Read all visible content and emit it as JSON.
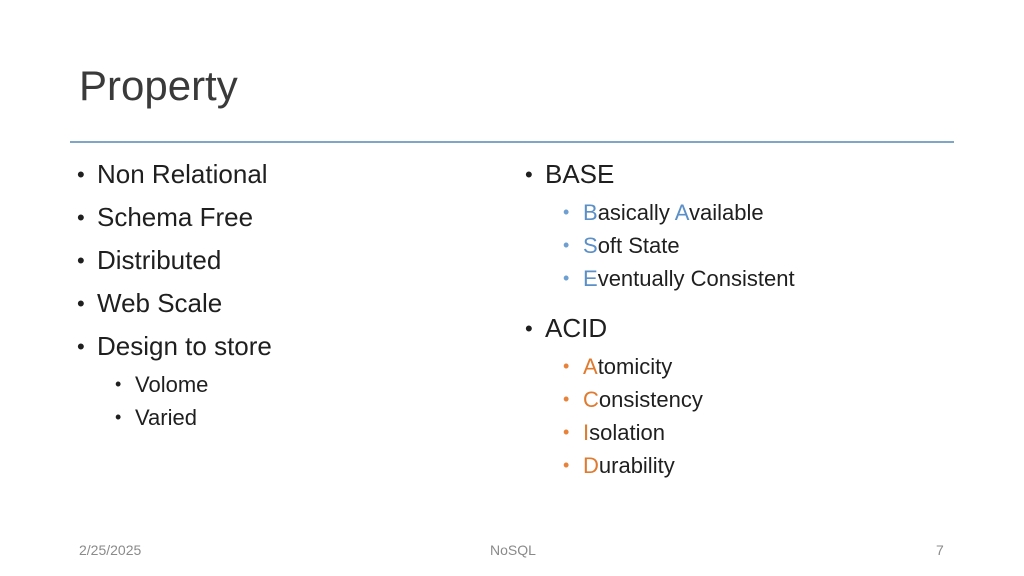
{
  "slide": {
    "title": "Property",
    "left_items": [
      {
        "text": "Non Relational"
      },
      {
        "text": "Schema Free"
      },
      {
        "text": "Distributed"
      },
      {
        "text": "Web Scale"
      },
      {
        "text": "Design to store",
        "sub": [
          "Volome",
          "Varied"
        ]
      }
    ],
    "base": {
      "heading": "BASE",
      "items": [
        {
          "parts": [
            [
              "B",
              "lead"
            ],
            [
              "asically ",
              ""
            ],
            [
              "A",
              "lead"
            ],
            [
              "vailable",
              ""
            ]
          ]
        },
        {
          "parts": [
            [
              "S",
              "lead"
            ],
            [
              "oft State",
              ""
            ]
          ]
        },
        {
          "parts": [
            [
              "E",
              "lead"
            ],
            [
              "ventually Consistent",
              ""
            ]
          ]
        }
      ]
    },
    "acid": {
      "heading": "ACID",
      "items": [
        {
          "parts": [
            [
              "A",
              "lead"
            ],
            [
              "tomicity",
              ""
            ]
          ]
        },
        {
          "parts": [
            [
              "C",
              "lead"
            ],
            [
              "onsistency",
              ""
            ]
          ]
        },
        {
          "parts": [
            [
              "I",
              "lead"
            ],
            [
              "solation",
              ""
            ]
          ]
        },
        {
          "parts": [
            [
              "D",
              "lead"
            ],
            [
              "urability",
              ""
            ]
          ]
        }
      ]
    },
    "colors": {
      "rule": "#7fa6c6",
      "base_accent": "#5b8fc7",
      "acid_accent": "#e07a2e"
    },
    "bullet_glyph": "•"
  },
  "footer": {
    "date": "2/25/2025",
    "center": "NoSQL",
    "page": "7"
  }
}
